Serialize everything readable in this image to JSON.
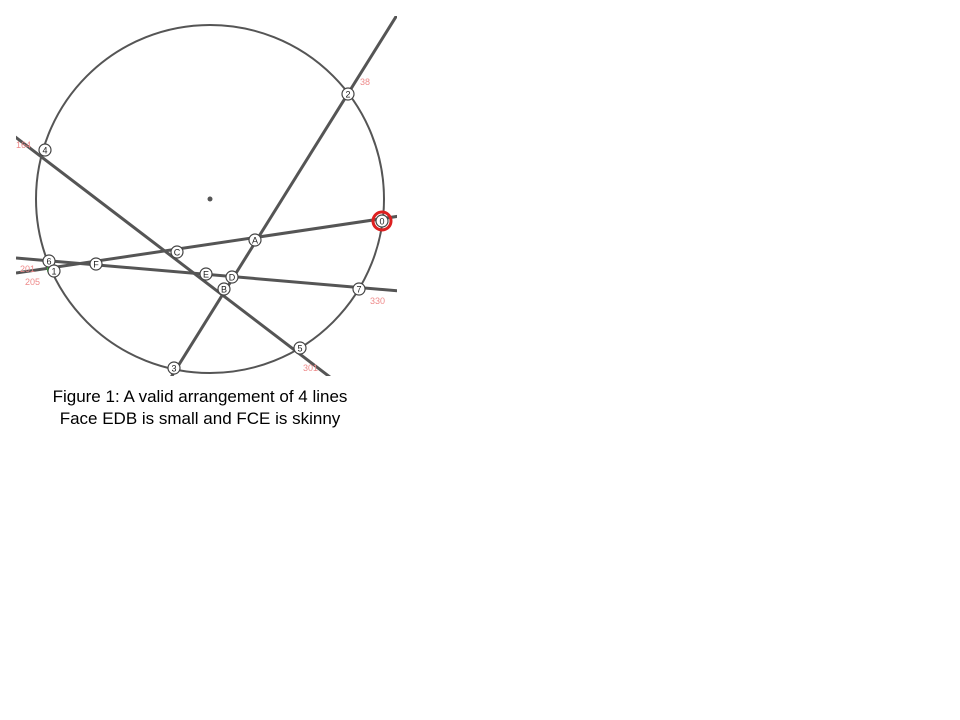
{
  "diagram": {
    "circle_points": [
      {
        "id": "0",
        "angle_label": ""
      },
      {
        "id": "2",
        "angle_label": "38"
      },
      {
        "id": "4",
        "angle_label": "164"
      },
      {
        "id": "6",
        "angle_label": "201"
      },
      {
        "id": "1",
        "angle_label": "205"
      },
      {
        "id": "3",
        "angle_label": ""
      },
      {
        "id": "5",
        "angle_label": "301"
      },
      {
        "id": "7",
        "angle_label": "330"
      }
    ],
    "intersections": [
      "A",
      "B",
      "C",
      "D",
      "E",
      "F"
    ],
    "highlight_colors": {
      "selected_ring": "#dd2020",
      "green_marker": "#33cc33",
      "angle_text": "#ee8a8a"
    }
  },
  "caption": {
    "line1": "Figure 1: A valid arrangement of 4 lines",
    "line2": "Face EDB is small and FCE is skinny"
  }
}
